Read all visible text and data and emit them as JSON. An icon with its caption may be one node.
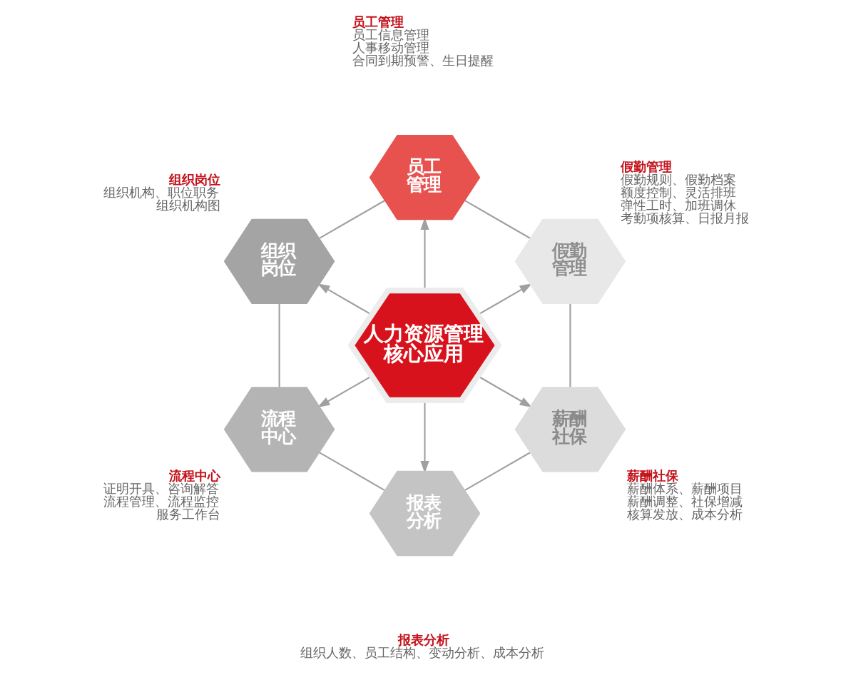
{
  "diagram": {
    "nodes": [
      {
        "text": [
          "人力资源管理核心应用"
        ]
      },
      {
        "text": [
          "员工管理"
        ],
        "beside": [
          "员工管理",
          "员工信息管理",
          "人事移动管理",
          "合同到期预警、生日提醒"
        ]
      },
      {
        "text": [
          "假勤管理"
        ],
        "beside": [
          "假勤管理",
          "假勤规则、假勤档案",
          "额度控制、灵活排班",
          "弹性工时、加班调休",
          "考勤项核算、日报月报"
        ]
      },
      {
        "text": [
          "薪酬社保"
        ],
        "beside": [
          "薪酬社保",
          "薪酬体系、薪酬项目",
          "薪酬调整、社保增减",
          "核算发放、成本分析"
        ]
      },
      {
        "text": [
          "报表分析"
        ],
        "beside": [
          "报表分析",
          "组织人数、员工结构、变动分析、成本分析"
        ]
      },
      {
        "text": [
          "流程中心"
        ],
        "beside": [
          "流程中心",
          "证明开具、咨询解答",
          "流程管理、流程监控",
          "服务工作台"
        ]
      },
      {
        "text": [
          "组织岗位"
        ],
        "beside": [
          "组织岗位",
          "组织机构、职位职务",
          "组织机构图"
        ]
      }
    ],
    "edges": [
      {
        "from": 0,
        "to": 1,
        "arrow": "to"
      },
      {
        "from": 0,
        "to": 2,
        "arrow": "to"
      },
      {
        "from": 0,
        "to": 3,
        "arrow": "to"
      },
      {
        "from": 0,
        "to": 4,
        "arrow": "to"
      },
      {
        "from": 0,
        "to": 5,
        "arrow": "to"
      },
      {
        "from": 0,
        "to": 6,
        "arrow": "to"
      },
      {
        "from": 1,
        "to": 2,
        "arrow": "none"
      },
      {
        "from": 2,
        "to": 3,
        "arrow": "none"
      },
      {
        "from": 3,
        "to": 4,
        "arrow": "none"
      },
      {
        "from": 4,
        "to": 5,
        "arrow": "none"
      },
      {
        "from": 5,
        "to": 6,
        "arrow": "none"
      },
      {
        "from": 6,
        "to": 1,
        "arrow": "none"
      }
    ]
  }
}
